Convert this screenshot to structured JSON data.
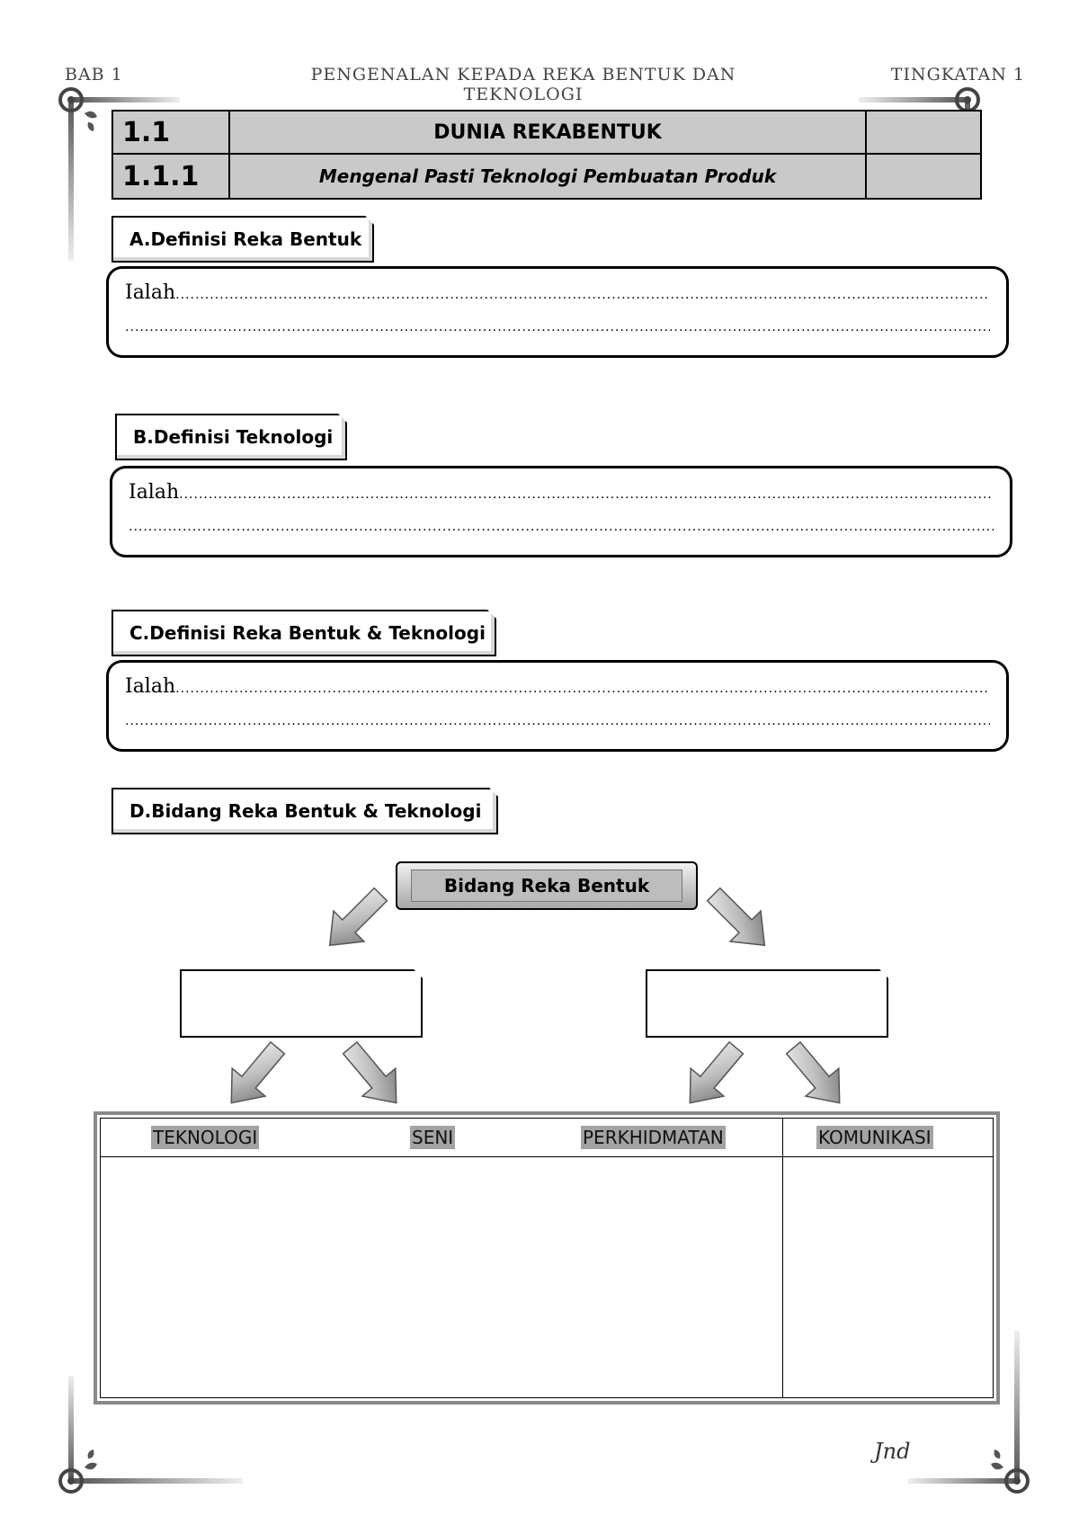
{
  "header": {
    "left": "BAB 1",
    "center": "PENGENALAN KEPADA REKA BENTUK DAN TEKNOLOGI",
    "right": "TINGKATAN 1"
  },
  "title_table": {
    "row1": {
      "number": "1.1",
      "title": "DUNIA REKABENTUK"
    },
    "row2": {
      "number": "1.1.1",
      "title": "Mengenal Pasti Teknologi Pembuatan Produk"
    }
  },
  "sections": [
    {
      "label": "A.Definisi Reka Bentuk",
      "answer_prefix": "Ialah"
    },
    {
      "label": "B.Definisi Teknologi",
      "answer_prefix": "Ialah"
    },
    {
      "label": "C.Definisi Reka Bentuk & Teknologi",
      "answer_prefix": "Ialah"
    },
    {
      "label": "D.Bidang Reka Bentuk & Teknologi"
    }
  ],
  "diagram": {
    "root_label": "Bidang Reka Bentuk"
  },
  "table": {
    "headers": [
      "TEKNOLOGI",
      "SENI",
      "PERKHIDMATAN",
      "KOMUNIKASI"
    ]
  },
  "footer": {
    "signature": "Jnd"
  },
  "colors": {
    "header_fill": "#c9c9c9",
    "table_header_fill": "#a3a3a3"
  }
}
